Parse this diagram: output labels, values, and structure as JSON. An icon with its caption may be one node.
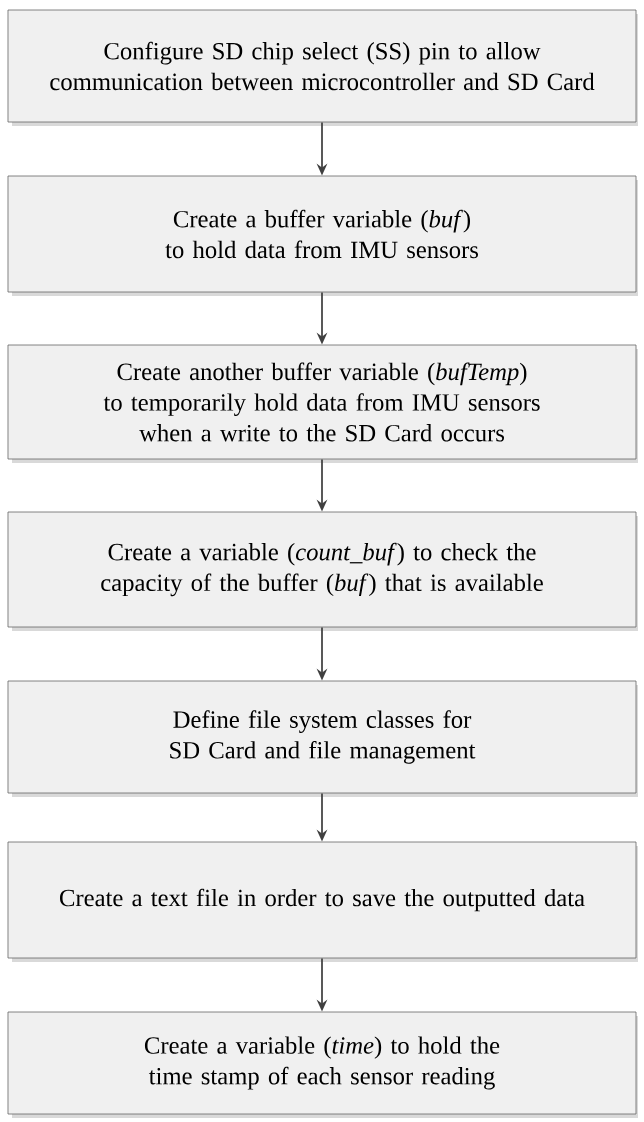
{
  "diagram": {
    "nodes": [
      {
        "text": [
          "Configure SD chip select (SS) pin to allow communication between microcontroller and SD Card"
        ]
      },
      {
        "text": [
          "Create a buffer variable (*buf*) to hold data from IMU sensors"
        ]
      },
      {
        "text": [
          "Create another buffer variable (*bufTemp*) to temporarily hold data from IMU sensors when a write to the SD Card occurs"
        ]
      },
      {
        "text": [
          "Create a variable (*count_buf*) to check the capacity of the buffer (*buf*) that is available"
        ]
      },
      {
        "text": [
          "Define file system classes for SD Card and file management"
        ]
      },
      {
        "text": [
          "Create a text file in order to save the outputted data"
        ]
      },
      {
        "text": [
          "Create a variable (*time*) to hold the time stamp of each sensor reading"
        ]
      }
    ],
    "edges": [
      {
        "from": 0,
        "to": 1,
        "arrow": "to"
      },
      {
        "from": 1,
        "to": 2,
        "arrow": "to"
      },
      {
        "from": 2,
        "to": 3,
        "arrow": "to"
      },
      {
        "from": 3,
        "to": 4,
        "arrow": "to"
      },
      {
        "from": 4,
        "to": 5,
        "arrow": "to"
      },
      {
        "from": 5,
        "to": 6,
        "arrow": "to"
      }
    ]
  }
}
